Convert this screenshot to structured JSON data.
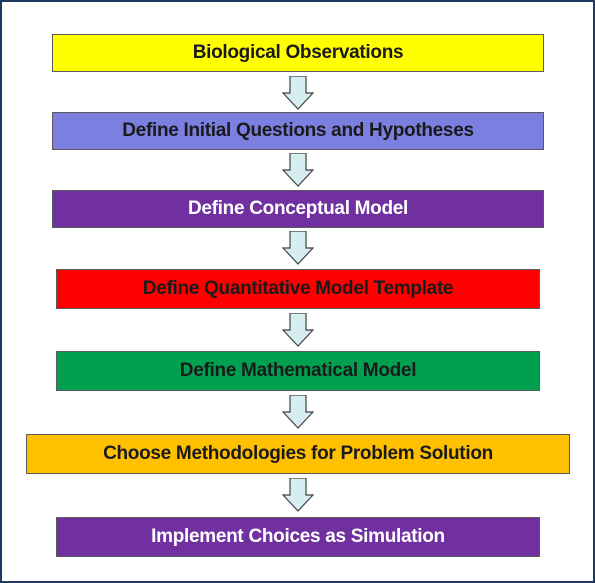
{
  "steps": [
    {
      "label": "Biological Observations",
      "bg": "#ffff00",
      "fg": "#1a1a1a"
    },
    {
      "label": "Define Initial Questions and Hypotheses",
      "bg": "#7b7fe0",
      "fg": "#1a1a1a"
    },
    {
      "label": "Define Conceptual Model",
      "bg": "#7030a0",
      "fg": "#ffffff"
    },
    {
      "label": "Define Quantitative Model Template",
      "bg": "#ff0000",
      "fg": "#1a1a1a"
    },
    {
      "label": "Define Mathematical Model",
      "bg": "#00a050",
      "fg": "#1a1a1a"
    },
    {
      "label": "Choose Methodologies for Problem Solution",
      "bg": "#ffc000",
      "fg": "#1a1a1a"
    },
    {
      "label": "Implement Choices as Simulation",
      "bg": "#7030a0",
      "fg": "#ffffff"
    }
  ],
  "arrow_color": {
    "fill": "#d6eef2",
    "stroke": "#404040"
  },
  "frame_color": "#1f3864"
}
